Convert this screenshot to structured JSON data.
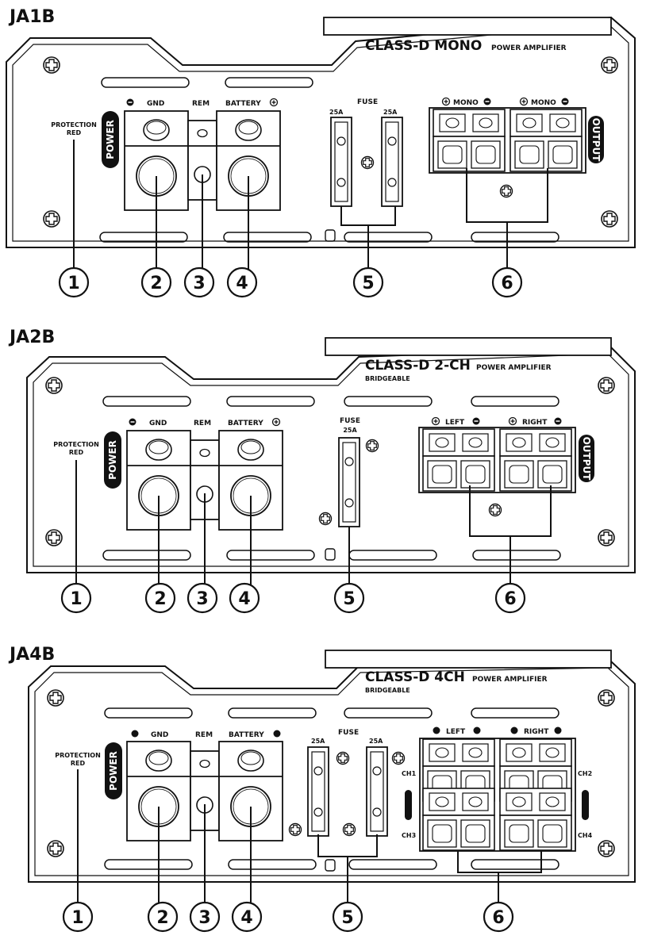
{
  "panels": [
    {
      "model": "JA1B",
      "brand_main": "CLASS-D MONO",
      "brand_sub": "POWER AMPLIFIER",
      "bridgeable": "",
      "protection": "PROTECTION",
      "protection_color": "RED",
      "power": "POWER",
      "gnd": "GND",
      "rem": "REM",
      "battery": "BATTERY",
      "fuse": "FUSE",
      "fuse_ratings": [
        "25A",
        "25A"
      ],
      "out_labels": [
        "MONO",
        "MONO"
      ],
      "output": "OUTPUT",
      "callouts": [
        "1",
        "2",
        "3",
        "4",
        "5",
        "6"
      ]
    },
    {
      "model": "JA2B",
      "brand_main": "CLASS-D 2-CH",
      "brand_sub": "POWER AMPLIFIER",
      "bridgeable": "BRIDGEABLE",
      "protection": "PROTECTION",
      "protection_color": "RED",
      "power": "POWER",
      "gnd": "GND",
      "rem": "REM",
      "battery": "BATTERY",
      "fuse": "FUSE",
      "fuse_ratings": [
        "25A"
      ],
      "out_labels": [
        "LEFT",
        "RIGHT"
      ],
      "output": "OUTPUT",
      "callouts": [
        "1",
        "2",
        "3",
        "4",
        "5",
        "6"
      ]
    },
    {
      "model": "JA4B",
      "brand_main": "CLASS-D 4CH",
      "brand_sub": "POWER AMPLIFIER",
      "bridgeable": "BRIDGEABLE",
      "protection": "PROTECTION",
      "protection_color": "RED",
      "power": "POWER",
      "gnd": "GND",
      "rem": "REM",
      "battery": "BATTERY",
      "fuse": "FUSE",
      "fuse_ratings": [
        "25A",
        "25A"
      ],
      "out_labels": [
        "LEFT",
        "RIGHT"
      ],
      "channels": [
        "CH1",
        "CH2",
        "CH3",
        "CH4"
      ],
      "callouts": [
        "1",
        "2",
        "3",
        "4",
        "5",
        "6"
      ]
    }
  ]
}
